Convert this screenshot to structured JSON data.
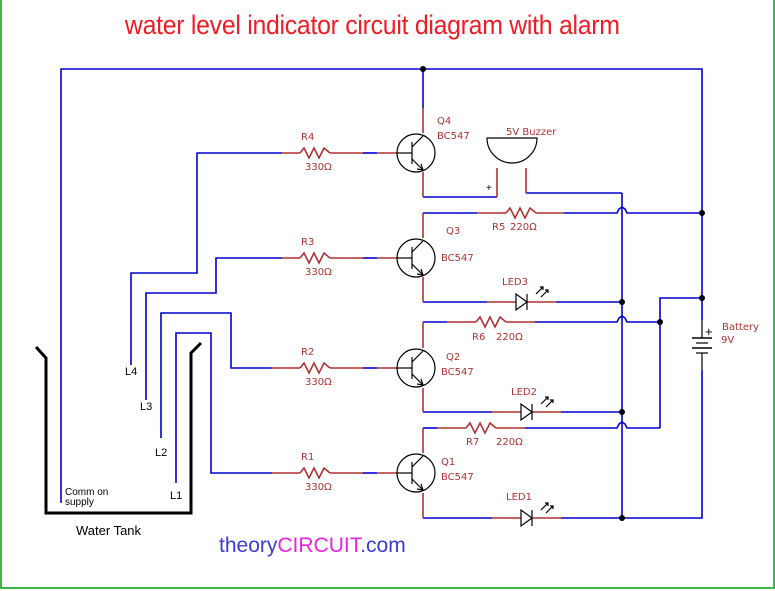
{
  "title": "water level indicator circuit diagram with alarm",
  "watermark": {
    "prefix": "theory",
    "highlight": "CIRCUIT",
    "suffix": ".com"
  },
  "colors": {
    "title": "#ee1c24",
    "wire": "#0000d0",
    "lead": "#b03232",
    "label": "#b03232",
    "border": "#3cb54a",
    "watermark_blue": "#3b3bd6",
    "watermark_pink": "#ee22dd"
  },
  "transistors": [
    {
      "ref": "Q4",
      "part": "BC547"
    },
    {
      "ref": "Q3",
      "part": "BC547"
    },
    {
      "ref": "Q2",
      "part": "BC547"
    },
    {
      "ref": "Q1",
      "part": "BC547"
    }
  ],
  "base_resistors": [
    {
      "ref": "R4",
      "value": "330Ω"
    },
    {
      "ref": "R3",
      "value": "330Ω"
    },
    {
      "ref": "R2",
      "value": "330Ω"
    },
    {
      "ref": "R1",
      "value": "330Ω"
    }
  ],
  "led_resistors": [
    {
      "ref": "R5",
      "value": "220Ω"
    },
    {
      "ref": "R6",
      "value": "220Ω"
    },
    {
      "ref": "R7",
      "value": "220Ω"
    }
  ],
  "leds": [
    {
      "ref": "LED3"
    },
    {
      "ref": "LED2"
    },
    {
      "ref": "LED1"
    }
  ],
  "buzzer": {
    "label": "5V Buzzer",
    "polarity": "+"
  },
  "battery": {
    "label": "Battery",
    "value": "9V",
    "polarity": "+"
  },
  "probes": [
    {
      "label": "L4"
    },
    {
      "label": "L3"
    },
    {
      "label": "L2"
    },
    {
      "label": "L1"
    }
  ],
  "tank": {
    "label": "Water Tank",
    "common_line1": "Comm on",
    "common_line2": "supply"
  }
}
